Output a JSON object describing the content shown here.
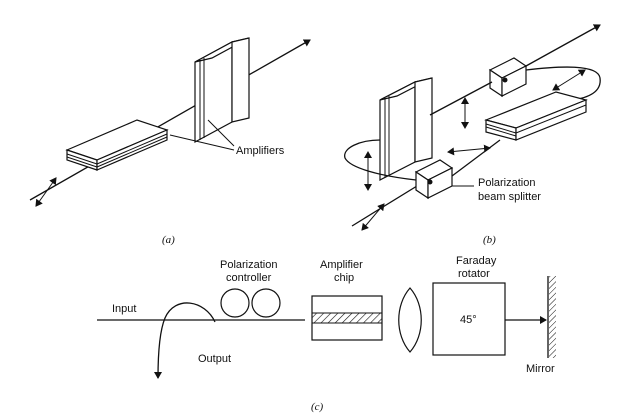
{
  "panel_a": {
    "caption": "(a)",
    "amplifiers_label": "Amplifiers"
  },
  "panel_b": {
    "caption": "(b)",
    "pbs_label_line1": "Polarization",
    "pbs_label_line2": "beam splitter"
  },
  "panel_c": {
    "caption": "(c)",
    "input_label": "Input",
    "output_label": "Output",
    "pol_controller_line1": "Polarization",
    "pol_controller_line2": "controller",
    "amp_chip_line1": "Amplifier",
    "amp_chip_line2": "chip",
    "faraday_line1": "Faraday",
    "faraday_line2": "rotator",
    "faraday_angle": "45°",
    "mirror_label": "Mirror"
  }
}
